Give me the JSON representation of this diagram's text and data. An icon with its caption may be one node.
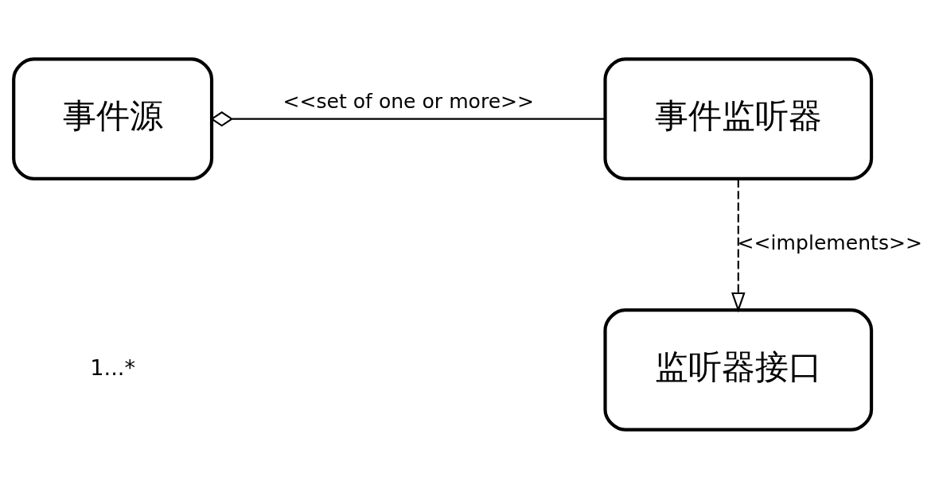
{
  "diagram": {
    "nodes": [
      {
        "text": [
          "事件源"
        ]
      },
      {
        "text": [
          "事件监听器"
        ]
      },
      {
        "text": [
          "监听器接口"
        ]
      }
    ],
    "edges": [
      {
        "from": 0,
        "to": 1,
        "arrow": "other",
        "label": "<<set of one or more>>"
      },
      {
        "from": 1,
        "to": 2,
        "arrow": "to",
        "label": "<<implements>>",
        "style": "dashed"
      }
    ],
    "labels": [
      "1...*"
    ]
  }
}
